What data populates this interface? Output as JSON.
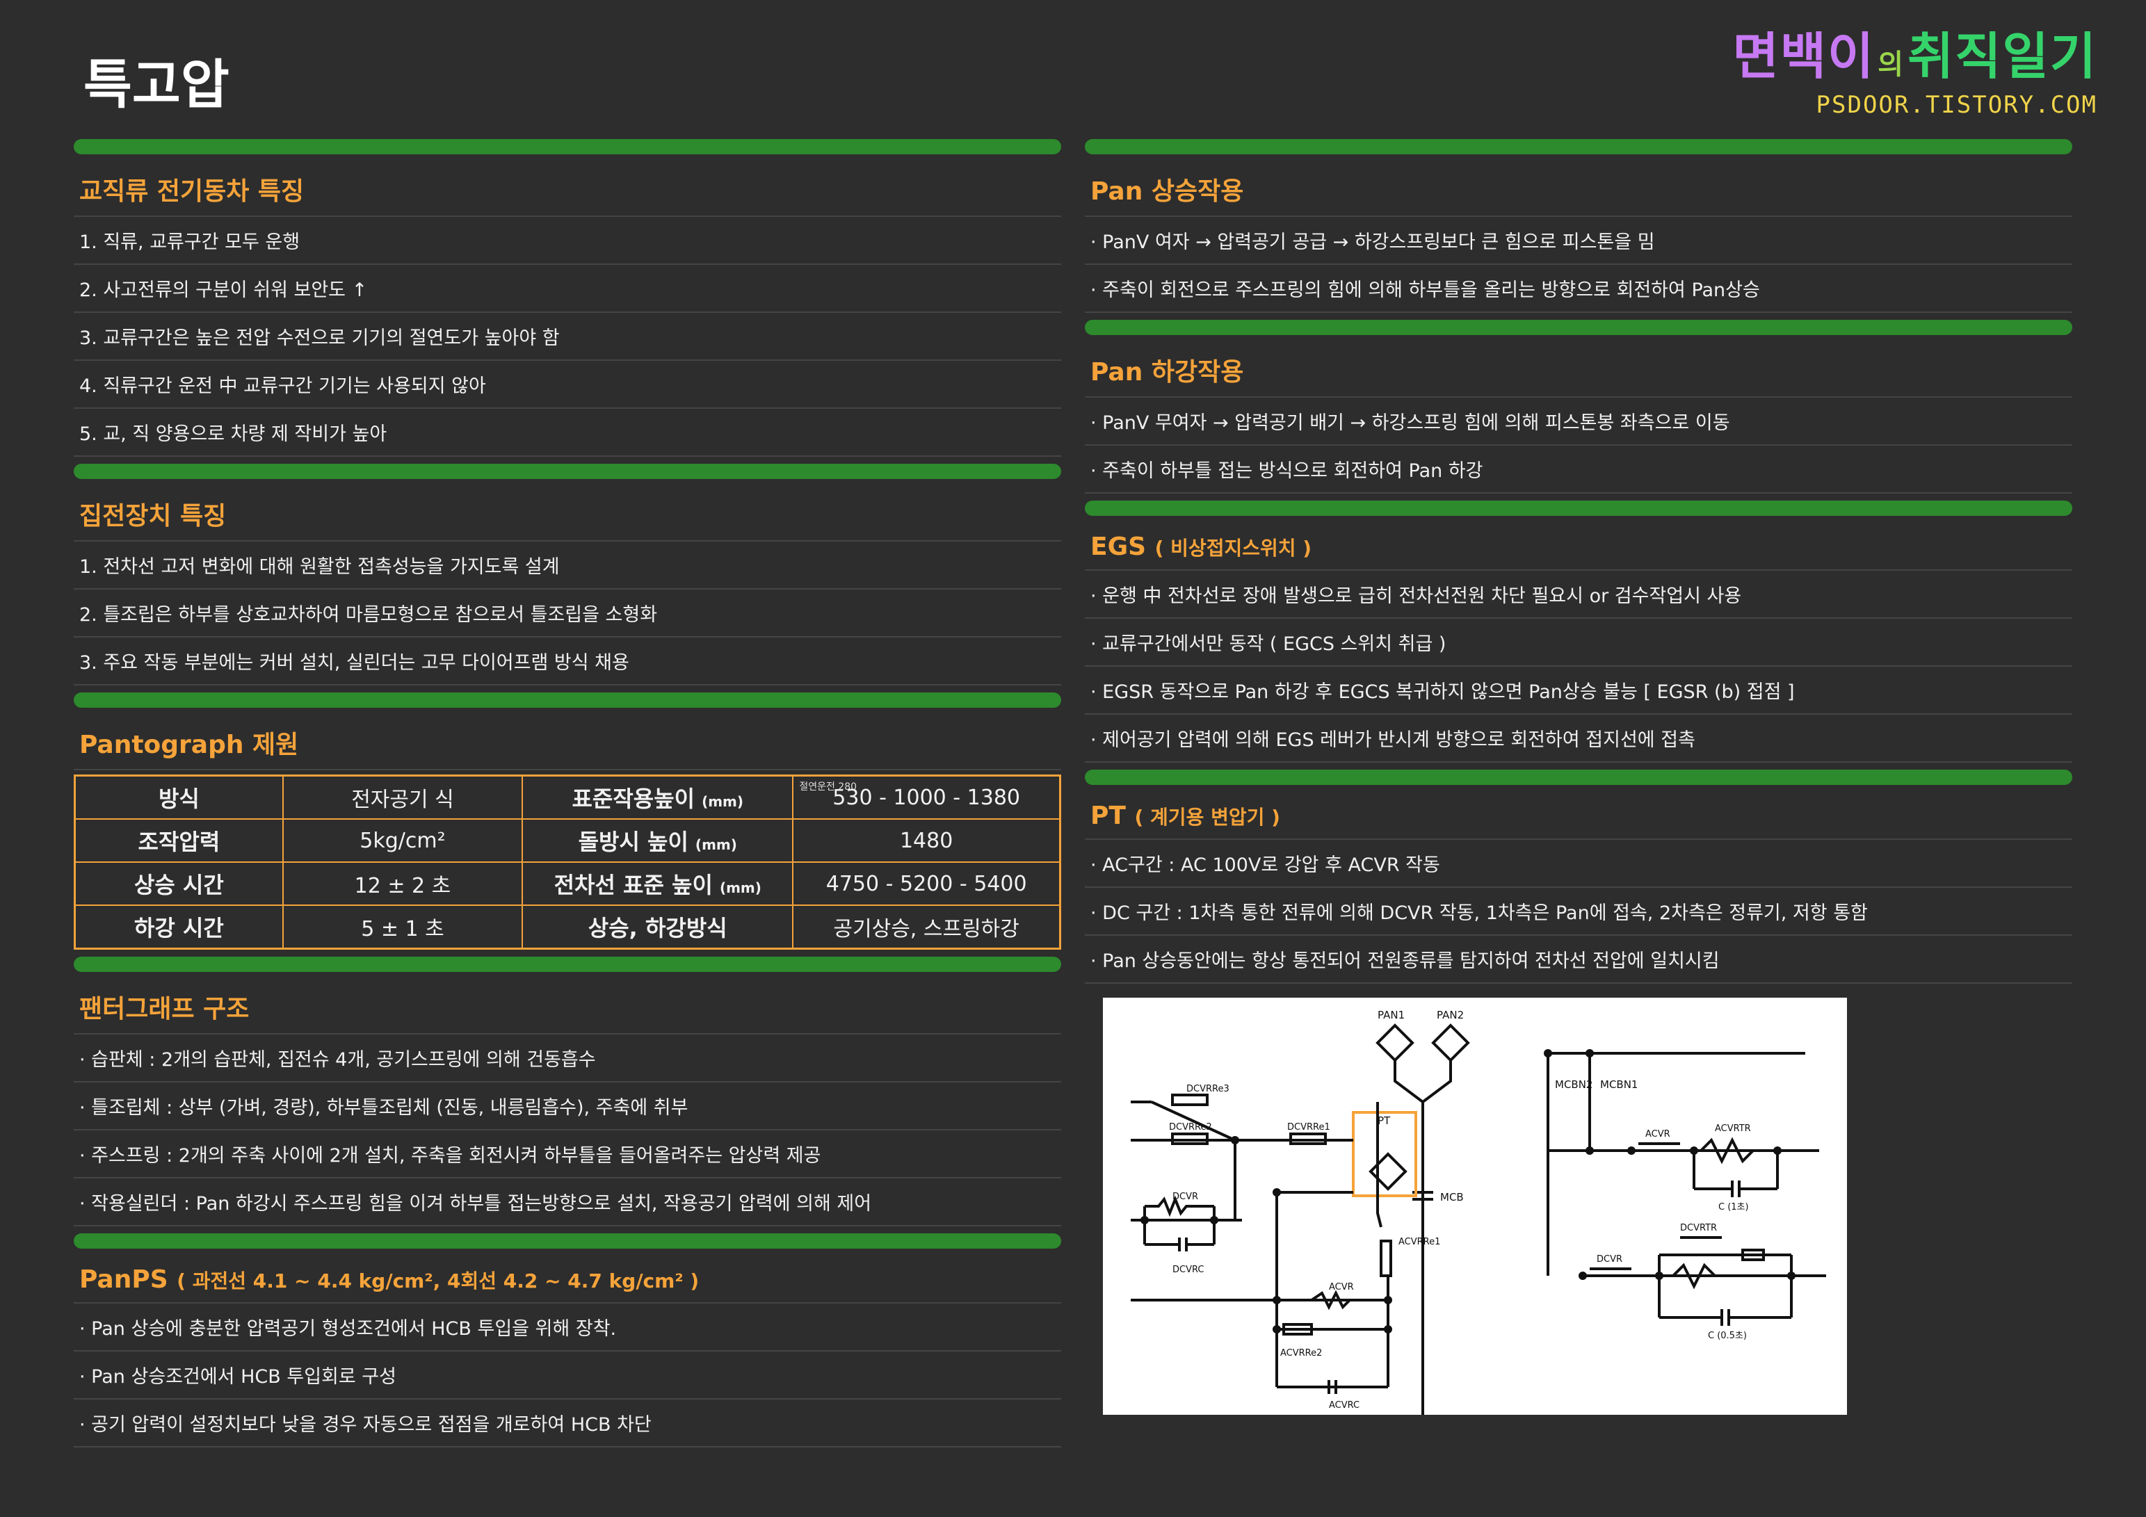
{
  "page_title": "특고압",
  "brand": {
    "name_a": "면백이",
    "name_b": "의",
    "name_c": "취직일기",
    "url": "PSDOOR.TISTORY.COM"
  },
  "sections_left": {
    "s1": {
      "title": "교직류 전기동차 특징",
      "lines": [
        "1. 직류, 교류구간 모두 운행",
        "2. 사고전류의 구분이 쉬워 보안도 ↑",
        "3. 교류구간은 높은 전압 수전으로 기기의 절연도가 높아야 함",
        "4. 직류구간 운전 中 교류구간 기기는 사용되지 않아",
        "5. 교, 직 양용으로 차량 제 작비가 높아"
      ]
    },
    "s2": {
      "title": "집전장치 특징",
      "lines": [
        "1. 전차선 고저 변화에 대해 원활한 접촉성능을 가지도록 설계",
        "2. 틀조립은 하부를 상호교차하여 마름모형으로 참으로서 틀조립을 소형화",
        "3. 주요 작동 부분에는 커버 설치, 실린더는 고무 다이어프램 방식 채용"
      ]
    },
    "s3": {
      "title": "Pantograph 제원",
      "rows": [
        {
          "k1": "방식",
          "v1": "전자공기 식",
          "k2": "표준작용높이",
          "u2": "(mm)",
          "v2": "530 - 1000 - 1380"
        },
        {
          "k1": "조작압력",
          "v1": "5kg/cm²",
          "k2": "돌방시 높이",
          "u2": "(mm)",
          "v2": "1480"
        },
        {
          "k1": "상승 시간",
          "v1": "12 ± 2 초",
          "k2": "전차선 표준 높이",
          "u2": "(mm)",
          "v2": "4750 - 5200 - 5400"
        },
        {
          "k1": "하강 시간",
          "v1": "5 ± 1 초",
          "k2": "상승, 하강방식",
          "u2": "",
          "v2": "공기상승, 스프링하강"
        }
      ],
      "std_label": "절연운전 280"
    },
    "s4": {
      "title": "팬터그래프 구조",
      "lines": [
        "· 습판체 : 2개의 습판체, 집전슈 4개, 공기스프링에 의해 건동흡수",
        "· 틀조립체 : 상부 (가벼, 경량), 하부틀조립체 (진동, 내릉림흡수), 주축에 취부",
        "· 주스프링 : 2개의 주축 사이에 2개 설치, 주축을 회전시켜 하부틀을 들어올려주는 압상력 제공",
        "· 작용실린더 : Pan 하강시 주스프링 힘을 이겨 하부틀 접는방향으로 설치, 작용공기 압력에 의해 제어"
      ]
    },
    "s5": {
      "title": "PanPS",
      "title_sub": "( 과전선 4.1 ~ 4.4 kg/cm², 4회선 4.2 ~ 4.7 kg/cm² )",
      "lines": [
        "· Pan 상승에 충분한 압력공기 형성조건에서 HCB 투입을 위해 장착.",
        "· Pan 상승조건에서 HCB 투입회로 구성",
        "· 공기 압력이 설정치보다 낮을 경우 자동으로 접점을 개로하여 HCB 차단"
      ]
    }
  },
  "sections_right": {
    "s6": {
      "title": "Pan 상승작용",
      "lines": [
        "· PanV 여자 → 압력공기 공급 → 하강스프링보다 큰 힘으로 피스톤을 밈",
        "· 주축이 회전으로 주스프링의 힘에 의해 하부틀을 올리는 방향으로 회전하여 Pan상승"
      ]
    },
    "s7": {
      "title": "Pan 하강작용",
      "lines": [
        "· PanV 무여자 → 압력공기 배기 → 하강스프링 힘에 의해 피스톤봉 좌측으로 이동",
        "· 주축이 하부틀 접는 방식으로 회전하여 Pan 하강"
      ]
    },
    "s8": {
      "title": "EGS",
      "title_sub": "( 비상접지스위치 )",
      "lines": [
        "· 운행 中 전차선로 장애 발생으로 급히 전차선전원 차단 필요시 or 검수작업시 사용",
        "· 교류구간에서만 동작 ( EGCS 스위치 취급 )",
        "· EGSR 동작으로 Pan 하강 후 EGCS 복귀하지 않으면 Pan상승 불능 [ EGSR (b) 접점 ]",
        "· 제어공기 압력에 의해 EGS 레버가 반시계 방향으로 회전하여 접지선에 접촉"
      ]
    },
    "s9": {
      "title": "PT",
      "title_sub": "( 계기용 변압기 )",
      "lines": [
        "· AC구간 : AC 100V로 강압 후 ACVR 작동",
        "· DC 구간 : 1차측 통한 전류에 의해 DCVR 작동, 1차측은 Pan에 접속, 2차측은 정류기, 저항 통함",
        "· Pan 상승동안에는 항상 통전되어 전원종류를 탐지하여 전차선 전압에 일치시킴"
      ]
    }
  },
  "circuit_labels": {
    "pan1": "PAN1",
    "pan2": "PAN2",
    "pt": "PT",
    "mcb": "MCB",
    "dcvrre3": "DCVRRe3",
    "dcvrre2": "DCVRRe2",
    "dcvrre1": "DCVRRe1",
    "dcvr": "DCVR",
    "dcvrc": "DCVRC",
    "acvr": "ACVR",
    "acvrre1": "ACVRRe1",
    "acvrre2": "ACVRRe2",
    "acvrc": "ACVRC",
    "mcbn1": "MCBN1",
    "mcbn2": "MCBN2",
    "acvr_r": "ACVR",
    "acvrtr": "ACVRTR",
    "c1": "C (1초)",
    "dcvrtr": "DCVRTR",
    "dcvr_r": "DCVR",
    "c05": "C (0.5초)"
  }
}
